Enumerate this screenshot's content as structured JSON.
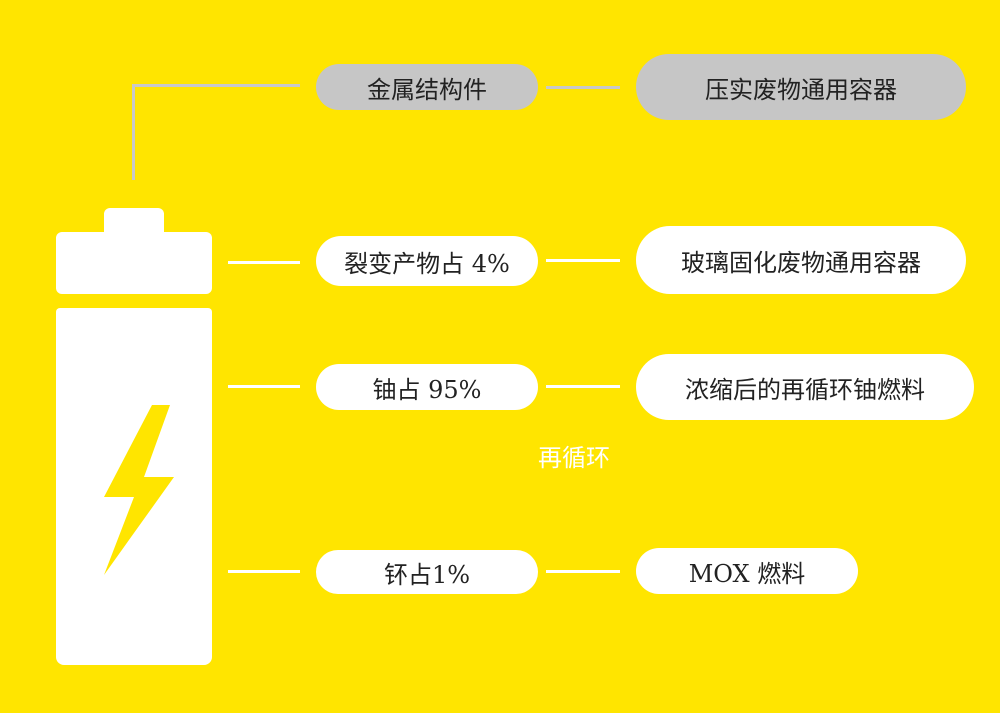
{
  "colors": {
    "background": "#FFE500",
    "pill_white": "#FFFFFF",
    "pill_gray": "#C6C6C6",
    "connector_gray": "#C8C8C8",
    "bolt": "#FFE500"
  },
  "icons": {
    "battery": "battery-icon",
    "bolt": "lightning-bolt-icon"
  },
  "components": [
    {
      "label": "金属结构件",
      "destination": "压实废物通用容器",
      "style": "gray"
    },
    {
      "label": "裂变产物占 4%",
      "destination": "玻璃固化废物通用容器",
      "style": "white"
    },
    {
      "label": "铀占 95%",
      "destination": "浓缩后的再循环铀燃料",
      "style": "white"
    },
    {
      "label": "钚占1%",
      "destination": "MOX 燃料",
      "style": "white"
    }
  ],
  "recycle_label": "再循环"
}
